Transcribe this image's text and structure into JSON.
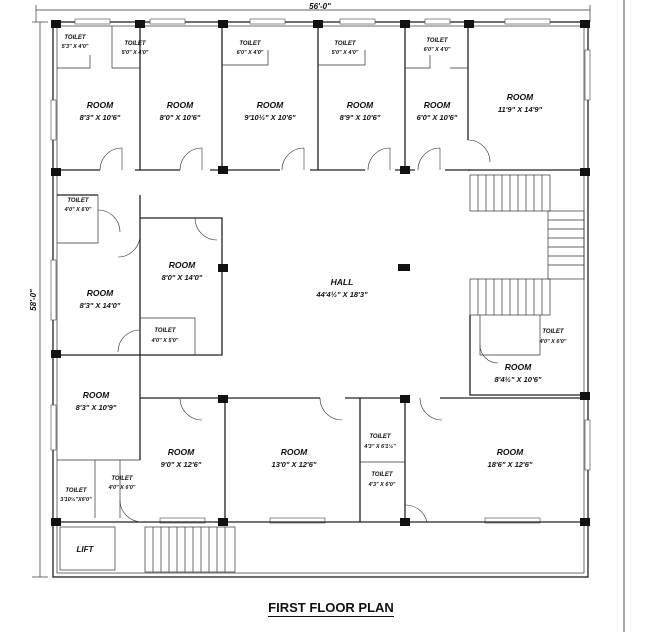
{
  "title": "FIRST FLOOR PLAN",
  "dimensions": {
    "width": "56'-0\"",
    "depth": "58'-0\""
  },
  "rooms": [
    {
      "name": "ROOM",
      "size": "8'3\" X 10'6\""
    },
    {
      "name": "ROOM",
      "size": "8'0\" X 10'6\""
    },
    {
      "name": "ROOM",
      "size": "9'10½\" X 10'6\""
    },
    {
      "name": "ROOM",
      "size": "8'9\" X 10'6\""
    },
    {
      "name": "ROOM",
      "size": "6'0\" X 10'6\""
    },
    {
      "name": "ROOM",
      "size": "11'9\" X 14'9\""
    },
    {
      "name": "ROOM",
      "size": "8'3\" X 14'0\""
    },
    {
      "name": "ROOM",
      "size": "8'0\" X 14'0\""
    },
    {
      "name": "ROOM",
      "size": "8'3\" X 10'9\""
    },
    {
      "name": "ROOM",
      "size": "9'0\" X 12'6\""
    },
    {
      "name": "ROOM",
      "size": "13'0\" X 12'6\""
    },
    {
      "name": "ROOM",
      "size": "18'6\" X 12'6\""
    },
    {
      "name": "ROOM",
      "size": "8'4½\" X 10'6\""
    }
  ],
  "hall": {
    "name": "HALL",
    "size": "44'4½\" X 18'3\""
  },
  "toilets": [
    {
      "name": "TOILET",
      "size": "5'3\" X 4'0\""
    },
    {
      "name": "TOILET",
      "size": "5'0\" X 4'0\""
    },
    {
      "name": "TOILET",
      "size": "6'0\" X 4'0\""
    },
    {
      "name": "TOILET",
      "size": "5'0\" X 4'0\""
    },
    {
      "name": "TOILET",
      "size": "6'0\" X 4'0\""
    },
    {
      "name": "TOILET",
      "size": "4'0\" X 6'0\""
    },
    {
      "name": "TOILET",
      "size": "4'0\" X 5'0\""
    },
    {
      "name": "TOILET",
      "size": "4'0\" X 6'0\""
    },
    {
      "name": "TOILET",
      "size": "3'10½\"X6'0\""
    },
    {
      "name": "TOILET",
      "size": "4'0\" X 6'0\""
    },
    {
      "name": "TOILET",
      "size": "4'3\" X 6'1½\""
    },
    {
      "name": "TOILET",
      "size": "4'3\" X 6'0\""
    }
  ],
  "lift": "LIFT"
}
